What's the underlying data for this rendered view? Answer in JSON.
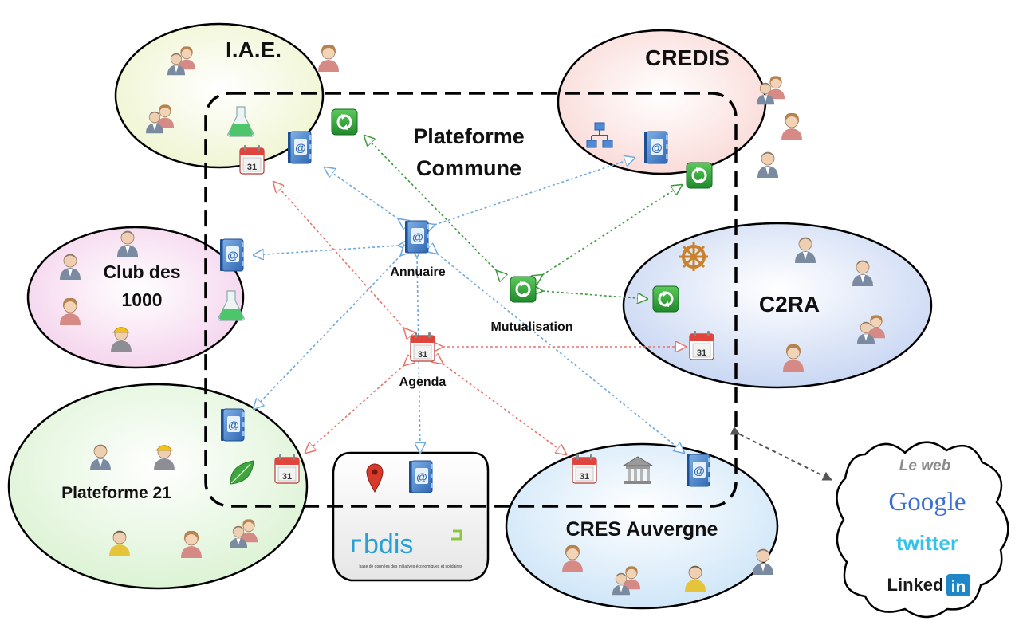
{
  "groups": {
    "iae": "I.A.E.",
    "credis": "CREDIS",
    "club": [
      "Club des",
      "1000"
    ],
    "c2ra": "C2RA",
    "p21": "Plateforme 21",
    "cres": "CRES Auvergne"
  },
  "platform": [
    "Plateforme",
    "Commune"
  ],
  "hubs": {
    "annuaire": "Annuaire",
    "mutualisation": "Mutualisation",
    "agenda": "Agenda"
  },
  "rbdis": {
    "logo_text": "bdis",
    "tagline": "base de données des initiatives économiques et solidaires"
  },
  "web": {
    "title": "Le web",
    "google": "Google",
    "twitter": "twitter",
    "linkedin": "Linked",
    "linkedin_in": "in"
  },
  "calendar_day": "31",
  "colors": {
    "annuaire_link": "#6fa8dc",
    "agenda_link": "#e8736a",
    "mutualisation_link": "#3c9a3c",
    "web_link": "#555555"
  }
}
